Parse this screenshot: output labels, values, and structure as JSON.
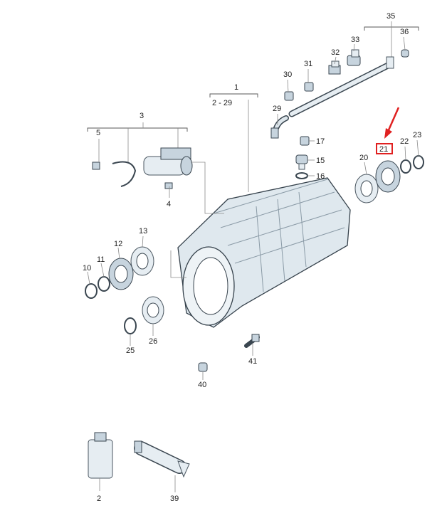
{
  "callouts": {
    "c1": "1",
    "c1_range": "2 - 29",
    "c2": "2",
    "c3": "3",
    "c4": "4",
    "c5": "5",
    "c10": "10",
    "c11": "11",
    "c12": "12",
    "c13": "13",
    "c15": "15",
    "c16": "16",
    "c17": "17",
    "c20": "20",
    "c21": "21",
    "c22": "22",
    "c23": "23",
    "c25": "25",
    "c26": "26",
    "c29": "29",
    "c30": "30",
    "c31": "31",
    "c32": "32",
    "c33": "33",
    "c35": "35",
    "c36": "36",
    "c39": "39",
    "c40": "40",
    "c41": "41"
  },
  "highlight": {
    "part": "21",
    "color": "#e02020"
  },
  "icons": {
    "arrow": "red-pointer-arrow-icon"
  }
}
